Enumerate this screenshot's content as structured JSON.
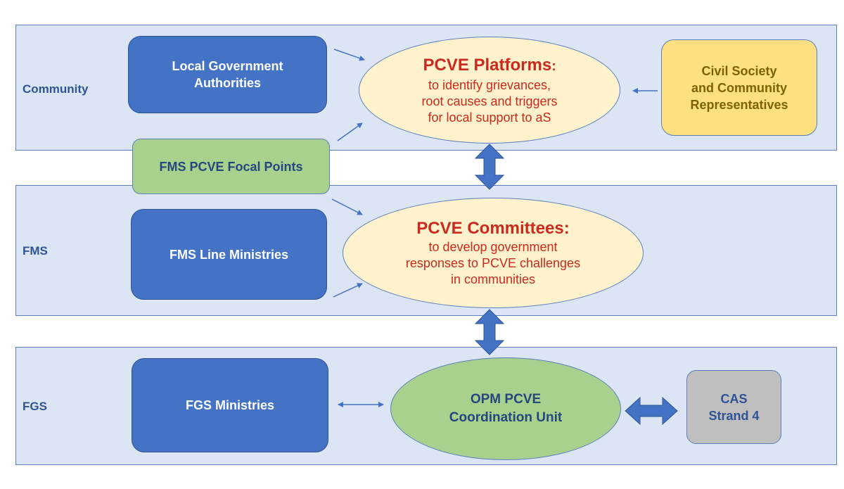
{
  "tiers": {
    "community": "Community",
    "fms": "FMS",
    "fgs": "FGS"
  },
  "boxes": {
    "local_gov": [
      "Local Government",
      "Authorities"
    ],
    "civil_society": [
      "Civil Society",
      "and Community",
      "Representatives"
    ],
    "fms_focal": "FMS PCVE Focal Points",
    "fms_line": "FMS Line Ministries",
    "fgs_ministries": "FGS Ministries",
    "cas": [
      "CAS",
      "Strand 4"
    ]
  },
  "platforms": {
    "title": "PCVE Platforms",
    "title_suffix": ":",
    "lines": [
      "to identify grievances,",
      "root causes and triggers",
      "for local support to aS"
    ]
  },
  "committees": {
    "title": "PCVE Committees:",
    "lines": [
      "to develop government",
      "responses to PCVE challenges",
      "in communities"
    ]
  },
  "opm": [
    "OPM PCVE",
    "Coordination Unit"
  ],
  "colors": {
    "band_fill": "#dbe5f3",
    "blue_box": "#4472c4",
    "green_box": "#a9d18e",
    "yellow_box": "#ffe080",
    "gray_box": "#bfbfbf",
    "ellipse_fill": "#fff2cc",
    "red_text": "#cc2a1e",
    "tier_text": "#2f5496"
  }
}
